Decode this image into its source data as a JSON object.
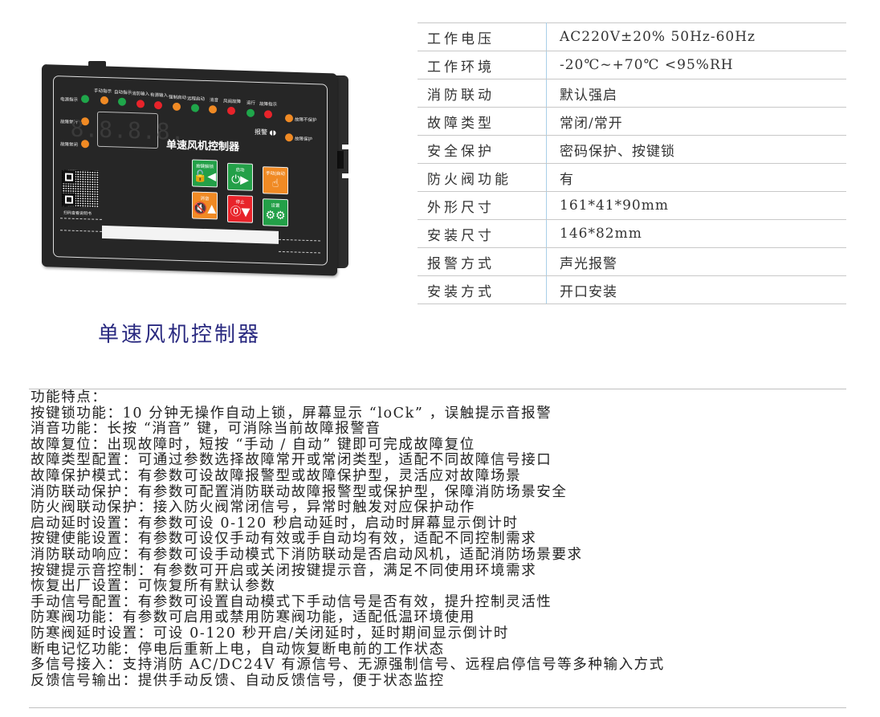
{
  "device": {
    "top_indicators": [
      {
        "label": "手动指示",
        "color": "orange"
      },
      {
        "label": "自动指示",
        "color": "green"
      },
      {
        "label": "消防输入",
        "color": "red"
      },
      {
        "label": "有源输入",
        "color": "red"
      },
      {
        "label": "强制启动",
        "color": "orange"
      },
      {
        "label": "远程启动",
        "color": "green"
      },
      {
        "label": "消音",
        "color": "orange"
      },
      {
        "label": "风阀故障",
        "color": "red"
      },
      {
        "label": "运行",
        "color": "green"
      },
      {
        "label": "故障指示",
        "color": "red"
      }
    ],
    "left_indicators": [
      {
        "label": "电源指示",
        "color": "green"
      },
      {
        "label": "故障常开",
        "color": "orange"
      },
      {
        "label": "故障常闭",
        "color": "orange"
      }
    ],
    "right_indicators": [
      {
        "label": "故障不保护",
        "color": "orange"
      },
      {
        "label": "故障保护",
        "color": "orange"
      }
    ],
    "display": "8.8.8.8.",
    "title": "单速风机控制器",
    "alarm_label": "报警",
    "qr_caption": "扫码查看说明书",
    "keys": [
      {
        "label": "按键解锁",
        "icon": "🔓◀",
        "color": "green"
      },
      {
        "label": "启动",
        "icon": "⏻▶",
        "color": "green"
      },
      {
        "label": "手动|自动",
        "icon": "☝",
        "color": "orange"
      },
      {
        "label": "消音",
        "icon": "🔇▲",
        "color": "orange"
      },
      {
        "label": "停止",
        "icon": "⓪▼",
        "color": "red"
      },
      {
        "label": "设置",
        "icon": "⚙⚙",
        "color": "green"
      }
    ]
  },
  "specs": [
    {
      "key": "工作电压",
      "value": "AC220V±20%  50Hz-60Hz"
    },
    {
      "key": "工作环境",
      "value": "-20℃~+70℃ <95%RH"
    },
    {
      "key": "消防联动",
      "value": "默认强启"
    },
    {
      "key": "故障类型",
      "value": "常闭/常开"
    },
    {
      "key": "安全保护",
      "value": "密码保护、按键锁"
    },
    {
      "key": "防火阀功能",
      "value": "有"
    },
    {
      "key": "外形尺寸",
      "value": "161*41*90mm"
    },
    {
      "key": "安装尺寸",
      "value": "146*82mm"
    },
    {
      "key": "报警方式",
      "value": "声光报警"
    },
    {
      "key": "安装方式",
      "value": "开口安装"
    }
  ],
  "caption": "单速风机控制器",
  "features": {
    "heading": "功能特点：",
    "items": [
      "按键锁功能：10 分钟无操作自动上锁，屏幕显示 “loCk” ，误触提示音报警",
      "消音功能：长按 “消音” 键，可消除当前故障报警音",
      "故障复位：出现故障时，短按 “手动 / 自动” 键即可完成故障复位",
      "故障类型配置：可通过参数选择故障常开或常闭类型，适配不同故障信号接口",
      "故障保护模式：有参数可设故障报警型或故障保护型，灵活应对故障场景",
      "消防联动保护：有参数可配置消防联动故障报警型或保护型，保障消防场景安全",
      "防火阀联动保护：接入防火阀常闭信号，异常时触发对应保护动作",
      "启动延时设置：有参数可设 0-120 秒启动延时，启动时屏幕显示倒计时",
      "按键使能设置：有参数可设仅手动有效或手自动均有效，适配不同控制需求",
      "消防联动响应：有参数可设手动模式下消防联动是否启动风机，适配消防场景要求",
      "按键提示音控制：有参数可开启或关闭按键提示音，满足不同使用环境需求",
      "恢复出厂设置：可恢复所有默认参数",
      "手动信号配置：有参数可设置自动模式下手动信号是否有效，提升控制灵活性",
      "防寒阀功能：有参数可启用或禁用防寒阀功能，适配低温环境使用",
      "防寒阀延时设置：可设 0-120 秒开启/关闭延时，延时期间显示倒计时",
      "断电记忆功能：停电后重新上电，自动恢复断电前的工作状态",
      "多信号接入：支持消防 AC/DC24V 有源信号、无源强制信号、远程启停信号等多种输入方式",
      "反馈信号输出：提供手动反馈、自动反馈信号，便于状态监控"
    ]
  },
  "colors": {
    "led_green": "#1fa64a",
    "led_orange": "#f08a24",
    "led_red": "#e8232a",
    "device_body": "#262626",
    "caption": "#2a2a80",
    "table_divider": "#a9cfe8"
  }
}
